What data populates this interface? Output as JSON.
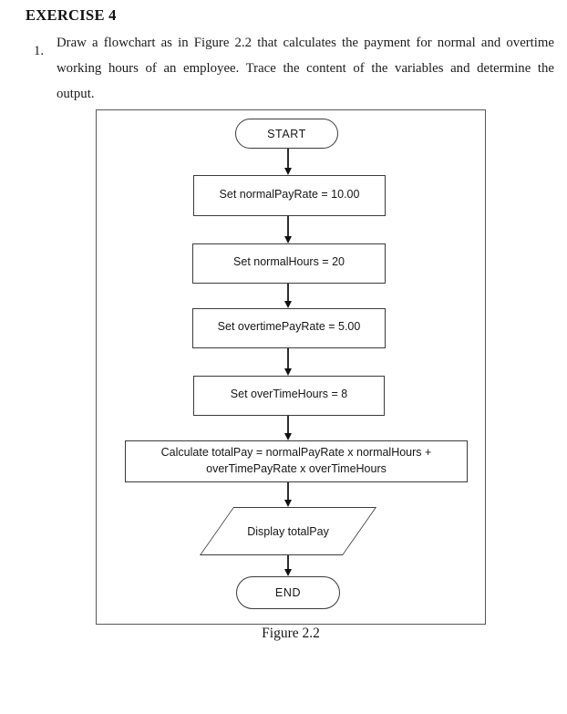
{
  "colors": {
    "background": "#ffffff",
    "ink": "#1b1b1b",
    "node_border": "#3b3b3b",
    "frame_border": "#585858",
    "arrow": "#101010"
  },
  "header": {
    "title": "EXERCISE 4"
  },
  "question": {
    "number": "1.",
    "lines": [
      "Draw a flowchart as in Figure 2.2 that calculates the payment for normal and overtime",
      "working hours of an employee. Trace the content of the variables and determine the",
      "output."
    ]
  },
  "figure": {
    "caption": "Figure 2.2",
    "flowchart": {
      "nodes": [
        {
          "type": "terminal",
          "label": "START"
        },
        {
          "type": "process",
          "label": "Set normalPayRate = 10.00"
        },
        {
          "type": "process",
          "label": "Set normalHours = 20"
        },
        {
          "type": "process",
          "label": "Set overtimePayRate = 5.00"
        },
        {
          "type": "process",
          "label": "Set overTimeHours = 8"
        },
        {
          "type": "process",
          "label_line1": "Calculate totalPay = normalPayRate x normalHours +",
          "label_line2": "overTimePayRate x overTimeHours"
        },
        {
          "type": "io",
          "label": "Display totalPay"
        },
        {
          "type": "terminal",
          "label": "END"
        }
      ],
      "edges": [
        [
          0,
          1
        ],
        [
          1,
          2
        ],
        [
          2,
          3
        ],
        [
          3,
          4
        ],
        [
          4,
          5
        ],
        [
          5,
          6
        ],
        [
          6,
          7
        ]
      ]
    }
  }
}
